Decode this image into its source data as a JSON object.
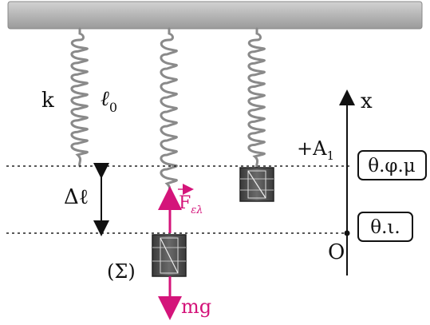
{
  "labels": {
    "spring_constant": "k",
    "natural_length": "ℓ",
    "natural_length_sub": "0",
    "extension": "Δℓ",
    "axis": "x",
    "amplitude": "+A",
    "amplitude_sub": "1",
    "origin": "O",
    "body": "(Σ)",
    "elastic_force": "F",
    "elastic_force_sub": "ελ",
    "weight": "mg",
    "natural_length_position": "θ.φ.μ",
    "equilibrium_position": "θ.ι."
  },
  "colors": {
    "force": "#d4147a",
    "ceiling": "#b3b3b3",
    "spring": "#8a8a8a",
    "block": "#555555"
  }
}
